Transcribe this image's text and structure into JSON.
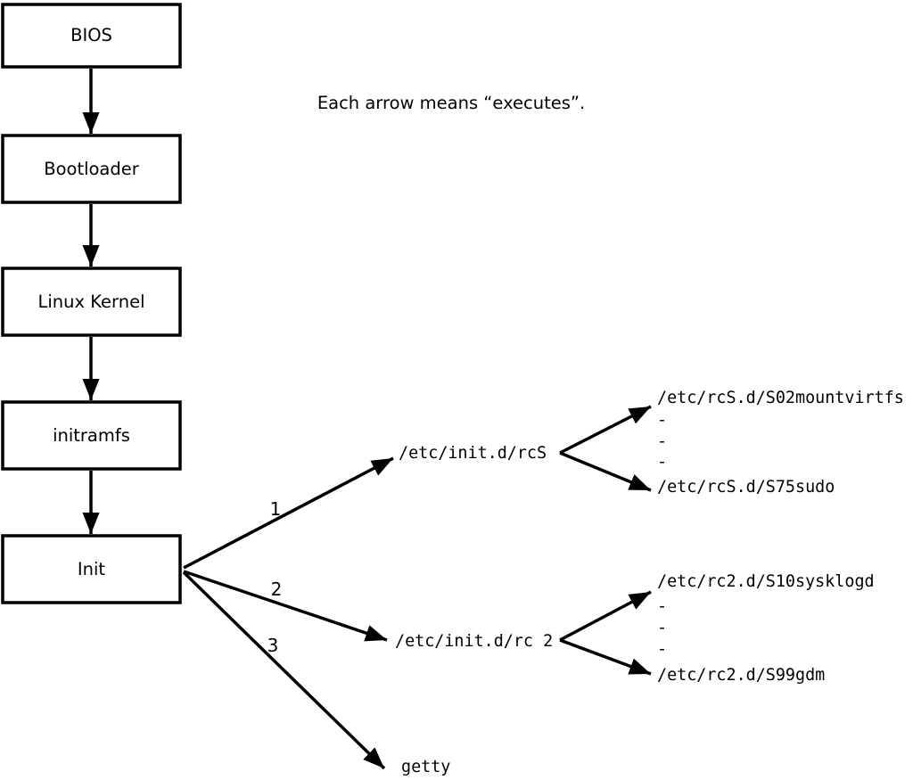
{
  "note": "Each arrow means “executes”.",
  "nodes": {
    "bios": "BIOS",
    "bootloader": "Bootloader",
    "kernel": "Linux Kernel",
    "initramfs": "initramfs",
    "init": "Init"
  },
  "branches": {
    "rcS": {
      "order": "1",
      "script": "/etc/init.d/rcS",
      "first_child": "/etc/rcS.d/S02mountvirtfs",
      "dots": {
        "d1": "-",
        "d2": "-",
        "d3": "-"
      },
      "last_child": "/etc/rcS.d/S75sudo"
    },
    "rc2": {
      "order": "2",
      "script": "/etc/init.d/rc 2",
      "first_child": "/etc/rc2.d/S10sysklogd",
      "dots": {
        "d1": "-",
        "d2": "-",
        "d3": "-"
      },
      "last_child": "/etc/rc2.d/S99gdm"
    },
    "getty": {
      "order": "3",
      "script": "getty"
    }
  },
  "colors": {
    "foreground": "#000000",
    "background": "#ffffff"
  }
}
